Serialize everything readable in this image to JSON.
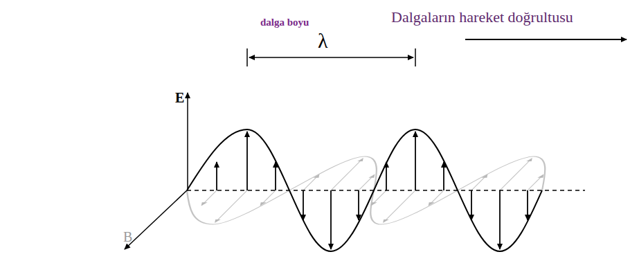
{
  "diagram": {
    "labels": [
      "Dalgaların hareket doğrultusu",
      "dalga boyu",
      "λ",
      "E",
      "B"
    ]
  }
}
